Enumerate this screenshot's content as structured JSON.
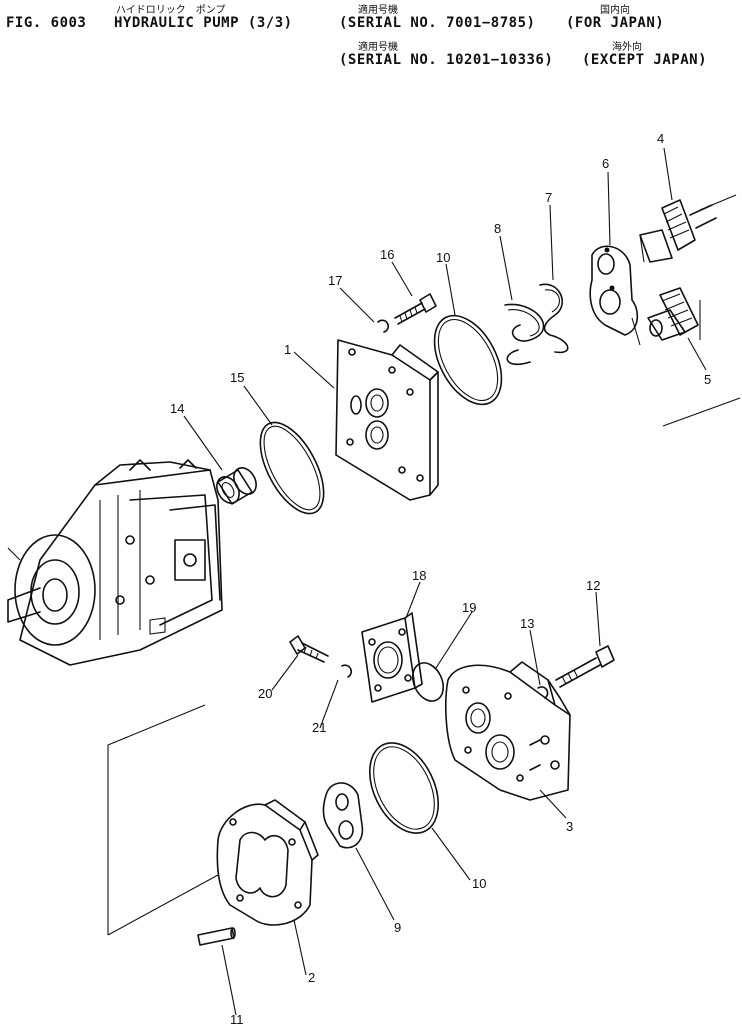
{
  "header": {
    "fig_label": "FIG. 6003",
    "title": "HYDRAULIC PUMP (3/3)",
    "title_kana": "ハイドロリック　ポンプ",
    "serial_1": "(SERIAL NO. 7001−8785)",
    "serial_1_kana": "適用号機",
    "region_1": "(FOR JAPAN)",
    "region_1_kana": "国内向",
    "serial_2": "(SERIAL NO. 10201−10336)",
    "serial_2_kana": "適用号機",
    "region_2": "(EXCEPT JAPAN)",
    "region_2_kana": "海外向"
  },
  "callouts": {
    "c1": "1",
    "c2": "2",
    "c3": "3",
    "c4": "4",
    "c5": "5",
    "c6": "6",
    "c7": "7",
    "c8": "8",
    "c9": "9",
    "c10a": "10",
    "c10b": "10",
    "c11": "11",
    "c12": "12",
    "c13": "13",
    "c14": "14",
    "c15": "15",
    "c16": "16",
    "c17": "17",
    "c18": "18",
    "c19": "19",
    "c20": "20",
    "c21": "21"
  }
}
